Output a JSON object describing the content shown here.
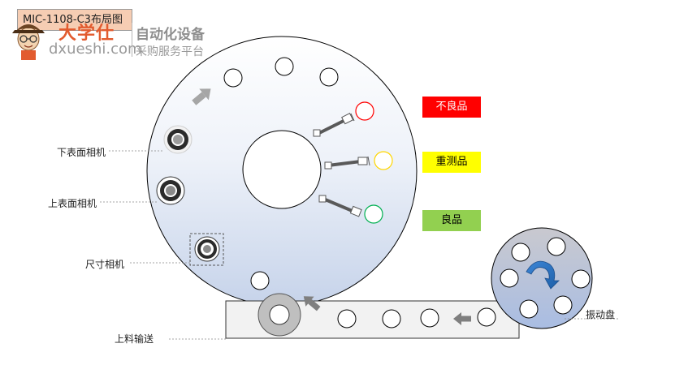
{
  "title": "MIC-1108-C3布局图",
  "logo": {
    "main": "大学仕",
    "url": "dxueshi.com",
    "sub1": "自动化设备",
    "sub2": "采购服务平台"
  },
  "statuses": {
    "ng": "不良品",
    "retest": "重测品",
    "ok": "良品"
  },
  "labels": {
    "lower_camera": "下表面相机",
    "upper_camera": "上表面相机",
    "size_camera": "尺寸相机",
    "feed": "上料输送",
    "vibration_bowl": "振动盘"
  },
  "colors": {
    "ng": "#ff0000",
    "retest": "#ffff00",
    "ok": "#92d050",
    "disk_top": "#ffffff",
    "disk_bottom": "#c6d3ea",
    "rotate_arrow": "#1f6fbf"
  }
}
